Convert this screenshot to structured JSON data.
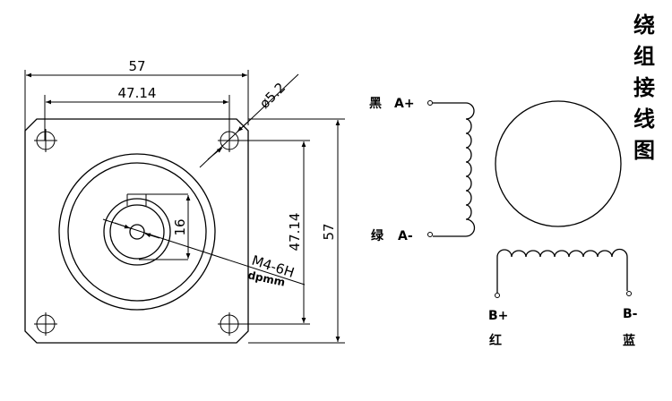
{
  "drawing": {
    "dimensions": {
      "overall_width": "57",
      "hole_spacing_horizontal": "47.14",
      "hole_diameter": "ø5.2",
      "overall_height": "57",
      "hole_spacing_vertical": "47.14",
      "shaft_flat": "16",
      "thread": "M4-6H",
      "thread_depth": "dpmm"
    }
  },
  "wiring": {
    "title_chars": [
      "绕",
      "组",
      "接",
      "线",
      "图"
    ],
    "a_plus": {
      "color": "黑",
      "terminal": "A+"
    },
    "a_minus": {
      "color": "绿",
      "terminal": "A-"
    },
    "b_plus": {
      "terminal": "B+",
      "color": "红"
    },
    "b_minus": {
      "terminal": "B-",
      "color": "蓝"
    }
  }
}
